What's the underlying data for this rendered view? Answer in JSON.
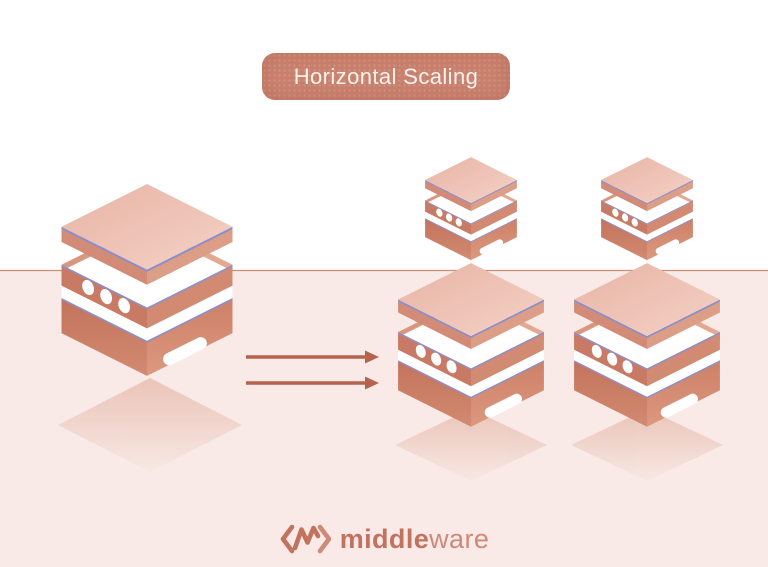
{
  "header": {
    "badge_label": "Horizontal Scaling"
  },
  "diagram": {
    "description": "one isometric server stack scaling out into two server stacks",
    "left_stack_count": 1,
    "right_stack_count": 2,
    "arrow_count": 2
  },
  "footer": {
    "brand_bold": "middle",
    "brand_light": "ware",
    "icon": "middleware-chevron-logo"
  },
  "colors": {
    "badge": "#c9816e",
    "badgeText": "#faf2ed",
    "bgPink": "#f9eae7",
    "divider": "#c98e7b",
    "arrow": "#b5634e",
    "purple": "#8e8ec9",
    "lidTop1": "#e8b4a5",
    "lidTop2": "#f4d1c6",
    "lidSideL": "#d18b76",
    "lidSideR": "#dc9e87",
    "rimL": "#d9977f",
    "rimR": "#e3a88f",
    "tabL": "#c87a63",
    "tabR": "#d28c73",
    "wallAL": "#c87a64",
    "wallAR": "#d28b72",
    "wallBL1": "#c3735c",
    "wallBL2": "#d28a71",
    "wallBR1": "#cd8166",
    "wallBR2": "#dc9880",
    "dia1": "#dc9e89",
    "dia2": "#f6e6df",
    "brand": "#c1735f",
    "brandLight": "#ce8977"
  }
}
